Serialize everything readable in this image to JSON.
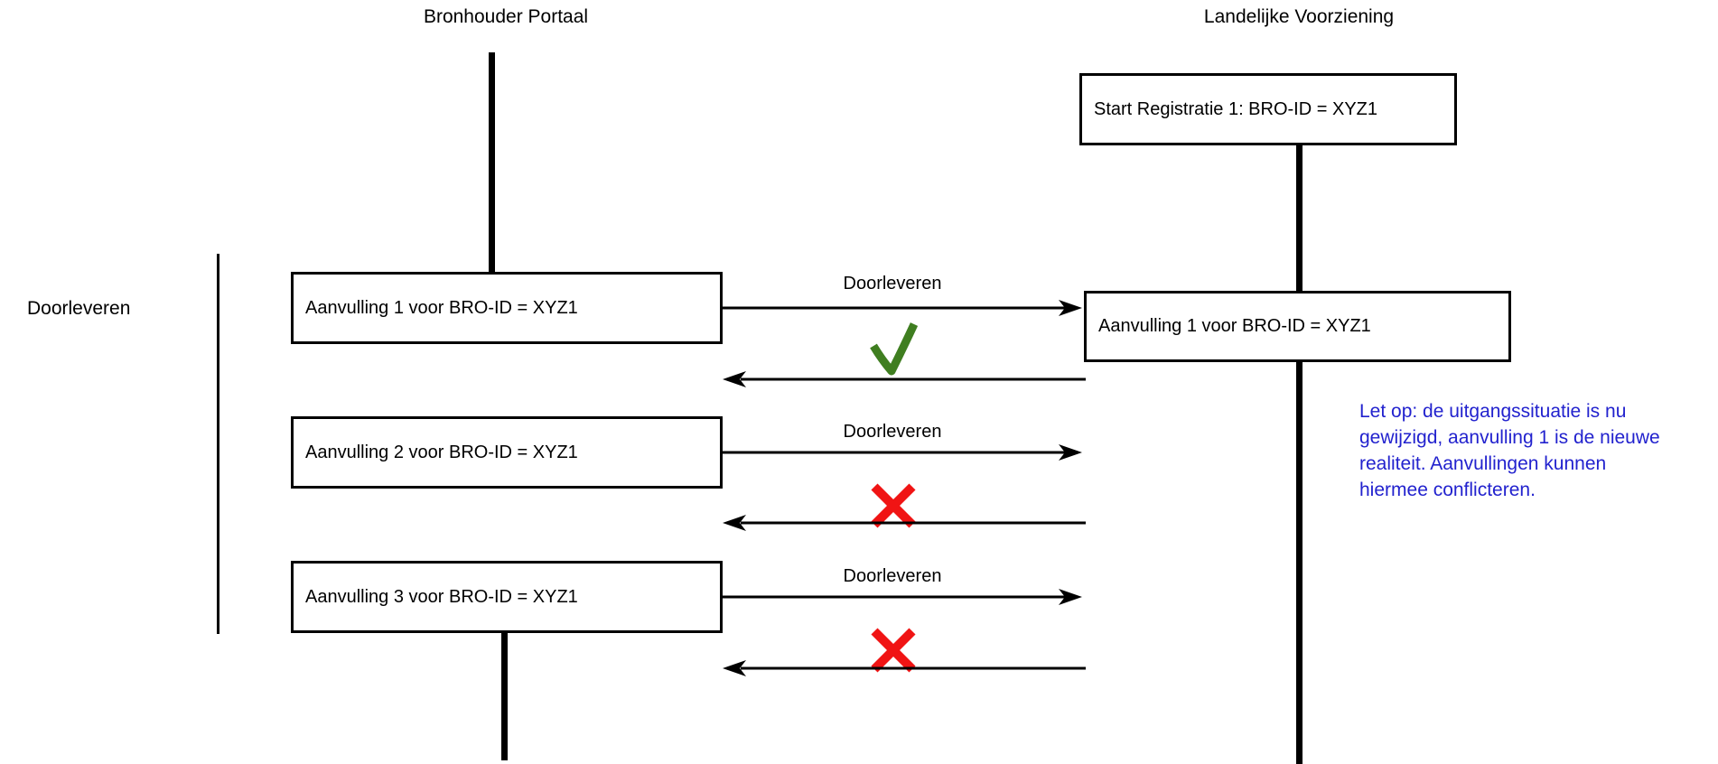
{
  "columns": {
    "left_title": "Bronhouder Portaal",
    "right_title": "Landelijke Voorziening"
  },
  "group": {
    "label": "Doorleveren"
  },
  "right_column": {
    "start_box": "Start Registratie 1: BRO-ID = XYZ1",
    "received_box": "Aanvulling 1 voor BRO-ID = XYZ1"
  },
  "messages": [
    {
      "box": "Aanvulling 1 voor BRO-ID = XYZ1",
      "arrow_label": "Doorleveren",
      "result": "accepted"
    },
    {
      "box": "Aanvulling 2 voor BRO-ID = XYZ1",
      "arrow_label": "Doorleveren",
      "result": "rejected"
    },
    {
      "box": "Aanvulling 3 voor BRO-ID = XYZ1",
      "arrow_label": "Doorleveren",
      "result": "rejected"
    }
  ],
  "note": {
    "lines": [
      "Let op: de uitgangssituatie is nu",
      "gewijzigd, aanvulling 1 is de nieuwe",
      "realiteit. Aanvullingen kunnen",
      "hiermee conflicteren."
    ]
  },
  "colors": {
    "line": "#000000",
    "accepted": "#3F7E20",
    "rejected": "#F01414",
    "note_text": "#2222CE"
  }
}
